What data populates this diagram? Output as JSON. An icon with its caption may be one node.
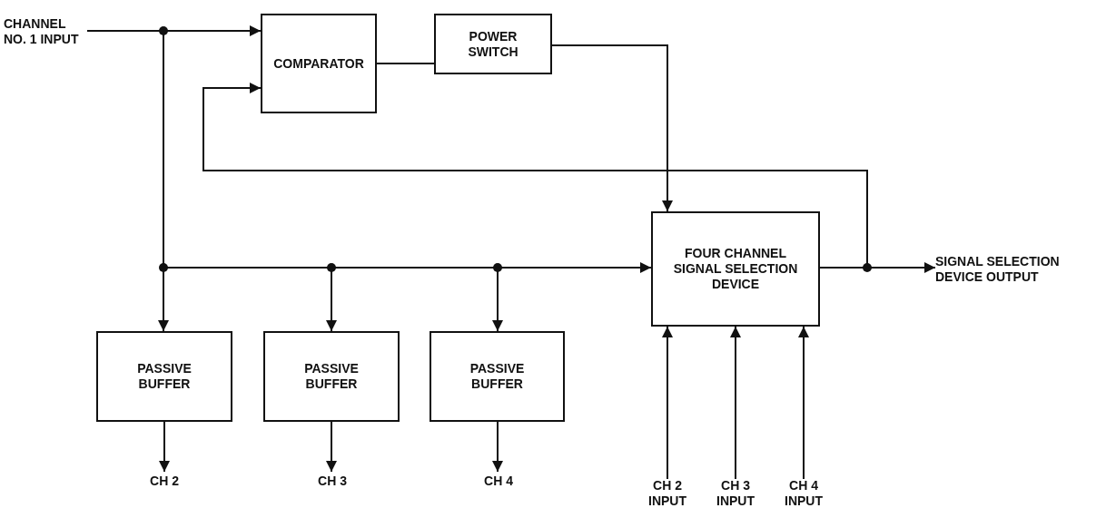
{
  "diagram": {
    "nodes": [
      {
        "text": [
          "CHANNEL NO. 1 INPUT"
        ]
      },
      {
        "text": [
          "COMPARATOR"
        ]
      },
      {
        "text": [
          "POWER SWITCH"
        ]
      },
      {
        "text": [
          "FOUR CHANNEL SIGNAL SELECTION DEVICE"
        ]
      },
      {
        "text": [
          "SIGNAL SELECTION DEVICE OUTPUT"
        ]
      },
      {
        "text": [
          "PASSIVE BUFFER"
        ]
      },
      {
        "text": [
          "PASSIVE BUFFER"
        ]
      },
      {
        "text": [
          "PASSIVE BUFFER"
        ]
      },
      {
        "text": [
          "CH 2"
        ]
      },
      {
        "text": [
          "CH 3"
        ]
      },
      {
        "text": [
          "CH 4"
        ]
      },
      {
        "text": [
          "CH 2 INPUT"
        ]
      },
      {
        "text": [
          "CH 3 INPUT"
        ]
      },
      {
        "text": [
          "CH 4 INPUT"
        ]
      }
    ],
    "edges": [
      {
        "from": 0,
        "to": 1,
        "arrow": "to"
      },
      {
        "from": 0,
        "to": 3,
        "arrow": "to"
      },
      {
        "from": 0,
        "to": 5,
        "arrow": "to"
      },
      {
        "from": 0,
        "to": 6,
        "arrow": "to"
      },
      {
        "from": 0,
        "to": 7,
        "arrow": "to"
      },
      {
        "from": 1,
        "to": 2,
        "arrow": "none"
      },
      {
        "from": 2,
        "to": 3,
        "arrow": "to"
      },
      {
        "from": 3,
        "to": 4,
        "arrow": "to"
      },
      {
        "from": 3,
        "to": 1,
        "arrow": "to"
      },
      {
        "from": 5,
        "to": 8,
        "arrow": "to"
      },
      {
        "from": 6,
        "to": 9,
        "arrow": "to"
      },
      {
        "from": 7,
        "to": 10,
        "arrow": "to"
      },
      {
        "from": 11,
        "to": 3,
        "arrow": "to"
      },
      {
        "from": 12,
        "to": 3,
        "arrow": "to"
      },
      {
        "from": 13,
        "to": 3,
        "arrow": "to"
      }
    ]
  }
}
